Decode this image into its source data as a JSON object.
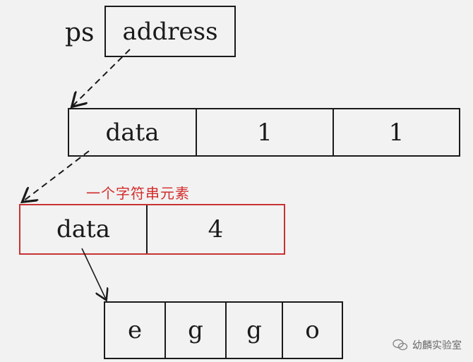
{
  "ps": {
    "label": "ps",
    "cell": "address"
  },
  "struct1": {
    "cells": [
      "data",
      "1",
      "1"
    ]
  },
  "element_note": "一个字符串元素",
  "struct2": {
    "cells": [
      "data",
      "4"
    ]
  },
  "chars": [
    "e",
    "g",
    "g",
    "o"
  ],
  "watermark": "幼麟实验室",
  "colors": {
    "highlight": "#c83232",
    "annotation": "#d42a2a",
    "line": "#1a1a1a"
  }
}
